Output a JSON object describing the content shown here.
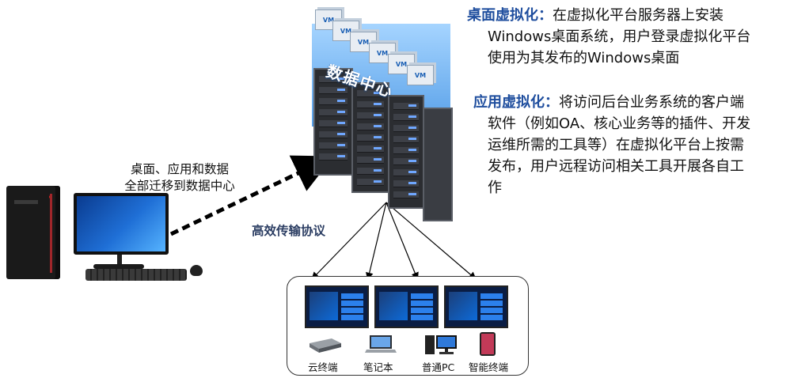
{
  "left": {
    "migrate_line1": "桌面、应用和数据",
    "migrate_line2": "全部迁移到数据中心"
  },
  "datacenter": {
    "label": "数据中心",
    "vm_label": "VM"
  },
  "protocol": "高效传输协议",
  "clients": {
    "labels": [
      "云终端",
      "笔记本",
      "普通PC",
      "智能终端"
    ]
  },
  "desktop_virt": {
    "title": "桌面虚拟化：",
    "line1": "在虚拟化平台服务器上安装",
    "line2": "Windows桌面系统，用户登录虚拟化平台",
    "line3": "使用为其发布的Windows桌面"
  },
  "app_virt": {
    "title": "应用虚拟化：",
    "line1": "将访问后台业务系统的客户端",
    "line2": "软件（例如OA、核心业务等的插件、开发",
    "line3": "运维所需的工具等）在虚拟化平台上按需",
    "line4": "发布，用户远程访问相关工具开展各自工",
    "line5": "作"
  },
  "colors": {
    "highlight": "#1f4e9e",
    "datacenter_glow": "#5aa8ff",
    "protocol_text": "#2c3e63"
  }
}
